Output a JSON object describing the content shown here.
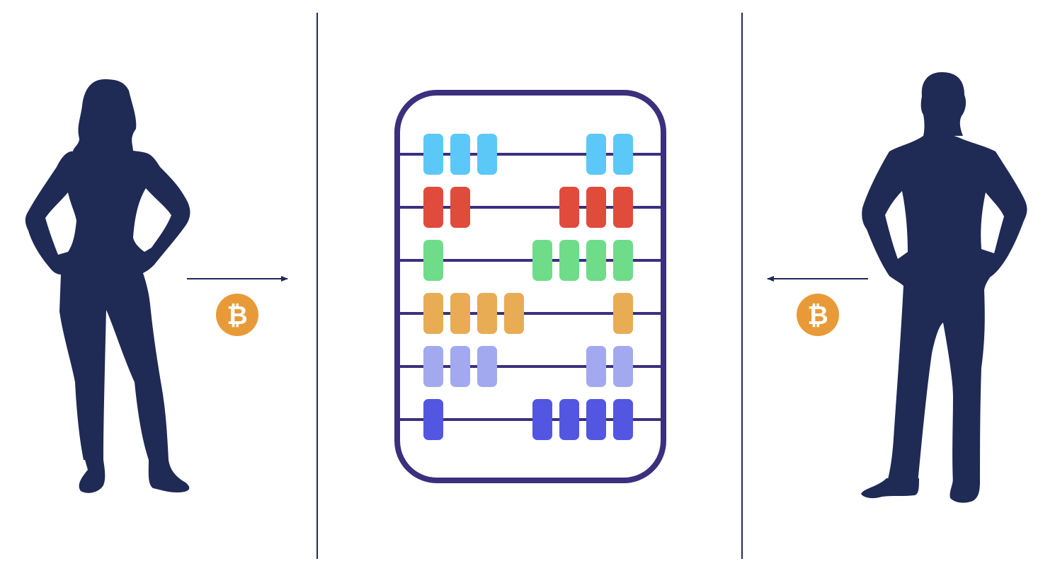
{
  "colors": {
    "background": "#ffffff",
    "silhouette": "#1f2a55",
    "divider": "#1f2a55",
    "arrow": "#1f2a55",
    "abacus_frame": "#3b2f7e",
    "abacus_rod": "#3b2f7e",
    "coin": "#e89a38",
    "coin_symbol": "#ffffff"
  },
  "people": [
    {
      "id": "woman",
      "icon": "woman-silhouette-icon"
    },
    {
      "id": "man",
      "icon": "man-silhouette-icon"
    }
  ],
  "transfers": [
    {
      "from": "woman",
      "to": "abacus",
      "direction": "right",
      "coin_symbol": "₿",
      "icon": "bitcoin-coin-icon"
    },
    {
      "from": "man",
      "to": "abacus",
      "direction": "left",
      "coin_symbol": "₿",
      "icon": "bitcoin-coin-icon"
    }
  ],
  "abacus": {
    "icon": "abacus-icon",
    "rows": [
      {
        "color": "#5bc8f7",
        "left_beads": 3,
        "right_beads": 2
      },
      {
        "color": "#e04b3c",
        "left_beads": 2,
        "right_beads": 3
      },
      {
        "color": "#6fdc8a",
        "left_beads": 1,
        "right_beads": 4
      },
      {
        "color": "#e8ac55",
        "left_beads": 4,
        "right_beads": 1
      },
      {
        "color": "#a3a9ee",
        "left_beads": 3,
        "right_beads": 2
      },
      {
        "color": "#5356e0",
        "left_beads": 1,
        "right_beads": 4
      }
    ]
  }
}
